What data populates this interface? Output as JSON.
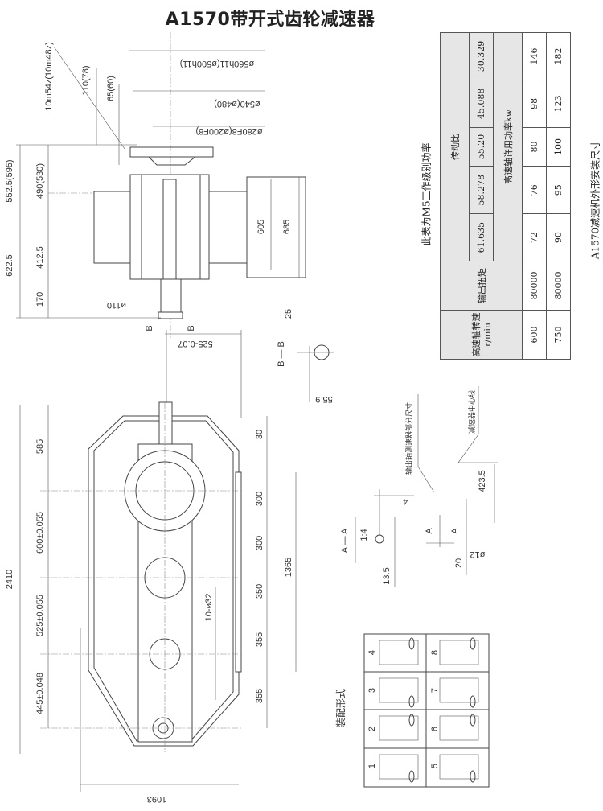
{
  "title": "A1570带开式齿轮减速器",
  "table": {
    "caption": "此表为M5工作级别功率",
    "col_speed": "高速轴转速 r/min",
    "col_torque": "输出扭矩",
    "col_ratio": "传动比",
    "ratios": [
      "61.635",
      "58.278",
      "55.20",
      "45.088",
      "30.329"
    ],
    "power_label": "高速轴许用功率kw",
    "rows": [
      {
        "speed": "600",
        "torque": "80000",
        "power": [
          "72",
          "76",
          "80",
          "98",
          "146"
        ]
      },
      {
        "speed": "750",
        "torque": "80000",
        "power": [
          "90",
          "95",
          "100",
          "123",
          "182"
        ]
      }
    ]
  },
  "footer_caption": "A1570减速机外形安装尺寸",
  "top_view": {
    "dims": {
      "d1": "552.5(595)",
      "d2": "622.5",
      "d3": "490(530)",
      "d4": "412.5",
      "d5": "170",
      "gear": "10m54z(10m48z)",
      "d6": "110(78)",
      "d7": "65(60)",
      "d8": "605",
      "d9": "685",
      "shaft": "ø110",
      "flange1": "ø560h11(ø500h11)",
      "flange2": "ø540(ø480)",
      "flange3": "ø280F8(ø200F8)",
      "d10": "25",
      "d11": "55.9",
      "d12": "525-0.07"
    },
    "section_b": "B",
    "section_bb": "B — B"
  },
  "front_view": {
    "dims": {
      "total": "2410",
      "a": "585",
      "b": "600±0.055",
      "c": "525±0.055",
      "d": "445±0.048",
      "r1": "30",
      "r2": "300",
      "r3": "300",
      "r4": "350",
      "r5": "355",
      "r6": "355",
      "r_total": "1365",
      "holes": "10-ø32",
      "width": "1093"
    }
  },
  "detail": {
    "note_output": "输出轴测速器部分尺寸",
    "note_center": "减速器中心线",
    "d1": "423.5",
    "section": "A — A",
    "scale": "1:4",
    "d2": "13.5",
    "a": "A",
    "d3": "20",
    "d4": "ø12",
    "d5": "4"
  },
  "assembly": {
    "label": "装配形式",
    "numbers": [
      "1",
      "2",
      "3",
      "4",
      "5",
      "6",
      "7",
      "8"
    ]
  }
}
